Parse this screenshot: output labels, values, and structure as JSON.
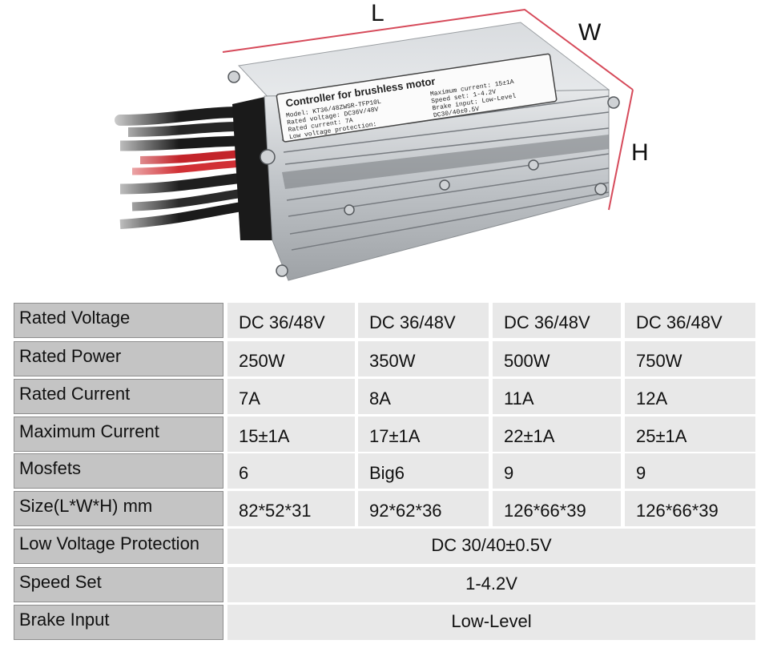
{
  "image": {
    "dimension_labels": {
      "length": "L",
      "width": "W",
      "height": "H"
    },
    "label": {
      "title": "Controller for brushless motor",
      "lines_left": [
        "Model: KT36/48ZWSR-TFP10L",
        "Rated voltage: DC36V/48V",
        "Rated current: 7A",
        "Low voltage protection:"
      ],
      "lines_right": [
        "Maximum current: 15±1A",
        "Speed set: 1-4.2V",
        "Brake input: Low-Level",
        "DC30/40±0.5V"
      ]
    }
  },
  "specs": {
    "rows": [
      {
        "label": "Rated Voltage",
        "values": [
          "DC 36/48V",
          "DC 36/48V",
          "DC 36/48V",
          "DC 36/48V"
        ]
      },
      {
        "label": "Rated Power",
        "values": [
          "250W",
          "350W",
          "500W",
          "750W"
        ]
      },
      {
        "label": "Rated Current",
        "values": [
          "7A",
          "8A",
          "11A",
          "12A"
        ]
      },
      {
        "label": "Maximum Current",
        "values": [
          "15±1A",
          "17±1A",
          "22±1A",
          "25±1A"
        ]
      },
      {
        "label": "Mosfets",
        "values": [
          "6",
          "Big6",
          "9",
          "9"
        ]
      },
      {
        "label": "Size(L*W*H) mm",
        "values": [
          "82*52*31",
          "92*62*36",
          "126*66*39",
          "126*66*39"
        ]
      }
    ],
    "merged_rows": [
      {
        "label": "Low Voltage Protection",
        "value": "DC 30/40±0.5V"
      },
      {
        "label": "Speed Set",
        "value": "1-4.2V"
      },
      {
        "label": "Brake Input",
        "value": "Low-Level"
      }
    ]
  }
}
